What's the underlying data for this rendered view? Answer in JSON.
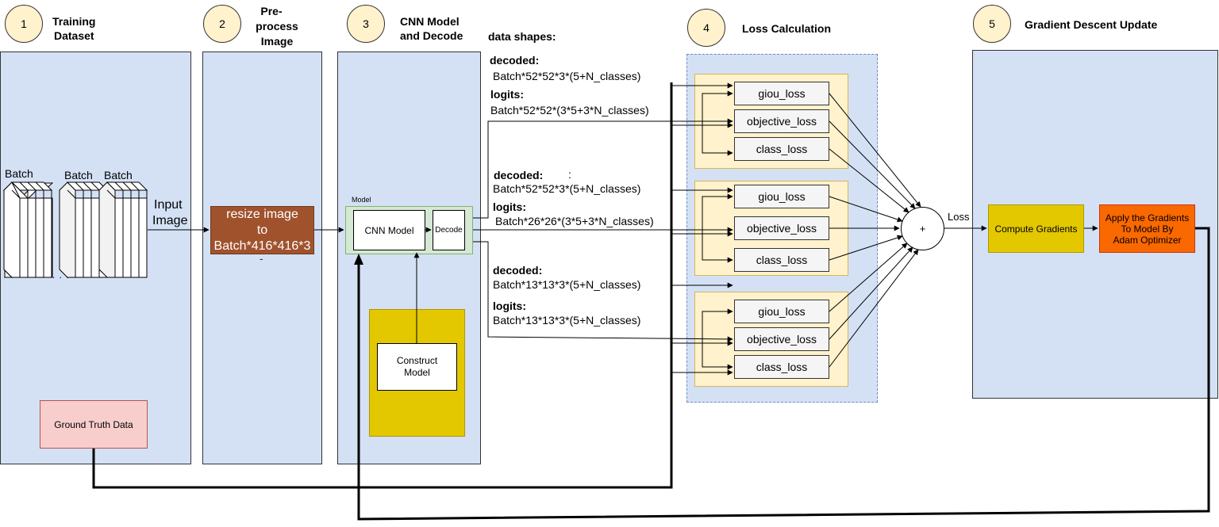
{
  "steps": [
    {
      "num": "1",
      "title_line1": "Training",
      "title_line2": "Dataset"
    },
    {
      "num": "2",
      "title_line1": "Pre-",
      "title_line2": "process",
      "title_line3": "Image"
    },
    {
      "num": "3",
      "title_line1": "CNN Model",
      "title_line2": "and Decode"
    },
    {
      "num": "4",
      "title_line1": "Loss Calculation"
    },
    {
      "num": "5",
      "title_line1": "Gradient Descent Update"
    }
  ],
  "dataset": {
    "batch_labels": [
      "Batch",
      "Batch",
      "Batch"
    ],
    "ellipsis": ". . .",
    "input_image_line1": "Input",
    "input_image_line2": "Image",
    "ground_truth": "Ground Truth Data"
  },
  "preprocess": {
    "line1": "resize image",
    "line2": "to",
    "line3": "Batch*416*416*3",
    "line4": "-"
  },
  "model": {
    "container_label": "Model",
    "cnn_model": "CNN Model",
    "decode": "Decode",
    "construct_line1": "Construct",
    "construct_line2": "Model"
  },
  "shapes": {
    "header": "data shapes:",
    "groups": [
      {
        "decoded_label": "decoded:",
        "decoded_extra": "",
        "decoded_value": "Batch*52*52*3*(5+N_classes)",
        "logits_label": "logits:",
        "logits_value": "Batch*52*52*(3*5+3*N_classes)"
      },
      {
        "decoded_label": "decoded:",
        "decoded_extra": ":",
        "decoded_value": "Batch*52*52*3*(5+N_classes)",
        "logits_label": "logits:",
        "logits_value": "Batch*26*26*(3*5+3*N_classes)"
      },
      {
        "decoded_label": "decoded:",
        "decoded_extra": "",
        "decoded_value": "Batch*13*13*3*(5+N_classes)",
        "logits_label": "logits:",
        "logits_value": "Batch*13*13*3*(5+N_classes)"
      }
    ]
  },
  "losses": {
    "groups": [
      {
        "items": [
          "giou_loss",
          "objective_loss",
          "class_loss"
        ]
      },
      {
        "items": [
          "giou_loss",
          "objective_loss",
          "class_loss"
        ]
      },
      {
        "items": [
          "giou_loss",
          "objective_loss",
          "class_loss"
        ]
      }
    ],
    "sum_symbol": "+",
    "loss_label": "Loss"
  },
  "gradient": {
    "compute": "Compute Gradients",
    "apply_line1": "Apply the Gradients",
    "apply_line2": "To Model By",
    "apply_line3": "Adam Optimizer"
  },
  "colors": {
    "panel": "#d4e1f5",
    "step_circle": "#fff2cc",
    "resize_box": "#a0522d",
    "model_container": "#d5e8d4",
    "construct_bg": "#e3c800",
    "ground_truth": "#f8cecc",
    "loss_group": "#fff2cc",
    "compute_gradients": "#e3c800",
    "apply_gradients": "#fa6800"
  }
}
